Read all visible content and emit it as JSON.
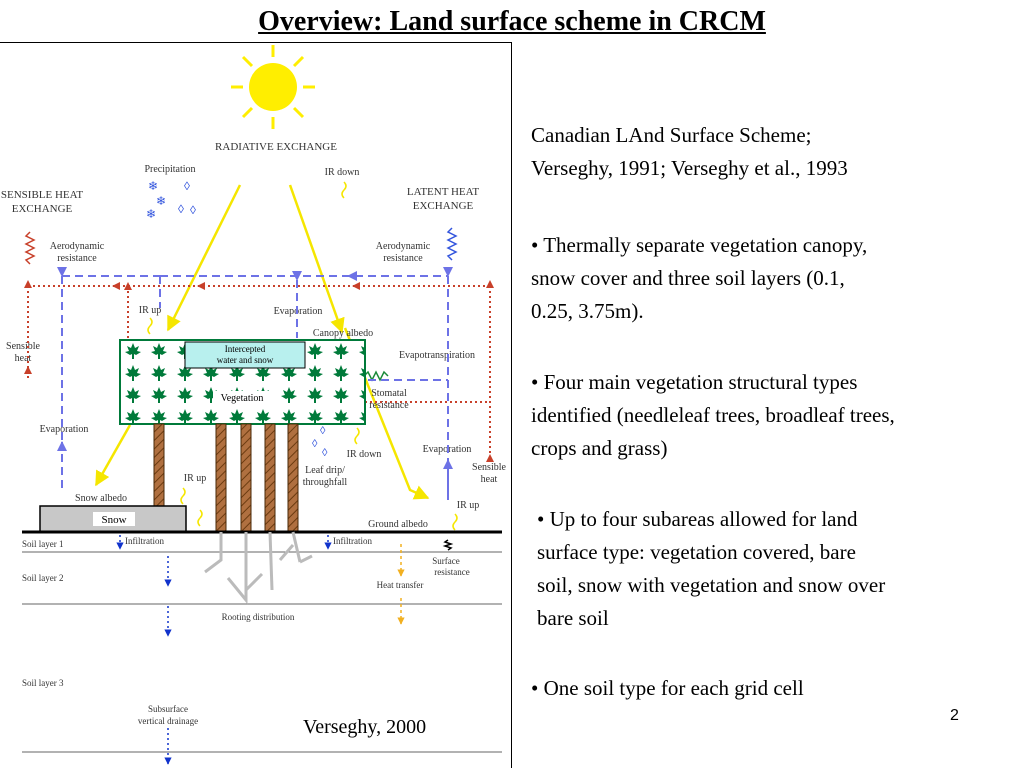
{
  "slide": {
    "title": "Overview: Land surface scheme in CRCM",
    "page_number": "2"
  },
  "diagram": {
    "credit": "Verseghy, 2000",
    "labels": {
      "radiative_exchange": "RADIATIVE EXCHANGE",
      "precipitation": "Precipitation",
      "ir_down_top": "IR down",
      "sensible_heat_exchange_1": "SENSIBLE HEAT",
      "sensible_heat_exchange_2": "EXCHANGE",
      "latent_heat_exchange_1": "LATENT HEAT",
      "latent_heat_exchange_2": "EXCHANGE",
      "aero_res_left_1": "Aerodynamic",
      "aero_res_left_2": "resistance",
      "aero_res_right_1": "Aerodynamic",
      "aero_res_right_2": "resistance",
      "ir_up_canopy": "IR up",
      "evaporation_top": "Evaporation",
      "canopy_albedo": "Canopy albedo",
      "sensible_heat_left_1": "Sensible",
      "sensible_heat_left_2": "heat",
      "intercepted_1": "Intercepted",
      "intercepted_2": "water and snow",
      "evapotranspiration": "Evapotranspiration",
      "vegetation": "Vegetation",
      "stomatal_1": "Stomatal",
      "stomatal_2": "resistance",
      "evaporation_left": "Evaporation",
      "ir_down_mid": "IR down",
      "evaporation_right": "Evaporation",
      "sensible_heat_right_1": "Sensible",
      "sensible_heat_right_2": "heat",
      "ir_up_mid": "IR up",
      "leaf_drip_1": "Leaf drip/",
      "leaf_drip_2": "throughfall",
      "snow_albedo": "Snow albedo",
      "ir_up_right": "IR up",
      "snow": "Snow",
      "ground_albedo": "Ground albedo",
      "soil_layer_1": "Soil layer 1",
      "infiltration_left": "Infiltration",
      "infiltration_right": "Infiltration",
      "surface_res_1": "Surface",
      "surface_res_2": "resistance",
      "soil_layer_2": "Soil layer 2",
      "heat_transfer": "Heat transfer",
      "rooting": "Rooting distribution",
      "soil_layer_3": "Soil layer 3",
      "subsurface_1": "Subsurface",
      "subsurface_2": "vertical drainage"
    }
  },
  "panel": {
    "ref_line1": "Canadian LAnd Surface Scheme;",
    "ref_line2": "Verseghy, 1991; Verseghy et al., 1993",
    "b1_l1": "• Thermally separate vegetation canopy,",
    "b1_l2": "snow cover and three soil layers (0.1,",
    "b1_l3": "0.25, 3.75m).",
    "b2_l1": "• Four main vegetation structural types",
    "b2_l2": "identified (needleleaf trees, broadleaf trees,",
    "b2_l3": "crops and grass)",
    "b3_l1": "• Up to four subareas allowed for land",
    "b3_l2": "surface type: vegetation covered, bare",
    "b3_l3": "soil, snow with vegetation and snow over",
    "b3_l4": "bare soil",
    "b4_l1": "• One soil type for each grid cell"
  },
  "colors": {
    "sun": "#ffee00",
    "yellow_arrow": "#f5e600",
    "blue_dash": "#6d72e6",
    "red_dot": "#c8402a",
    "canopy_green": "#007a3a",
    "soil_line": "#666666",
    "drain_blue": "#1133cc"
  }
}
